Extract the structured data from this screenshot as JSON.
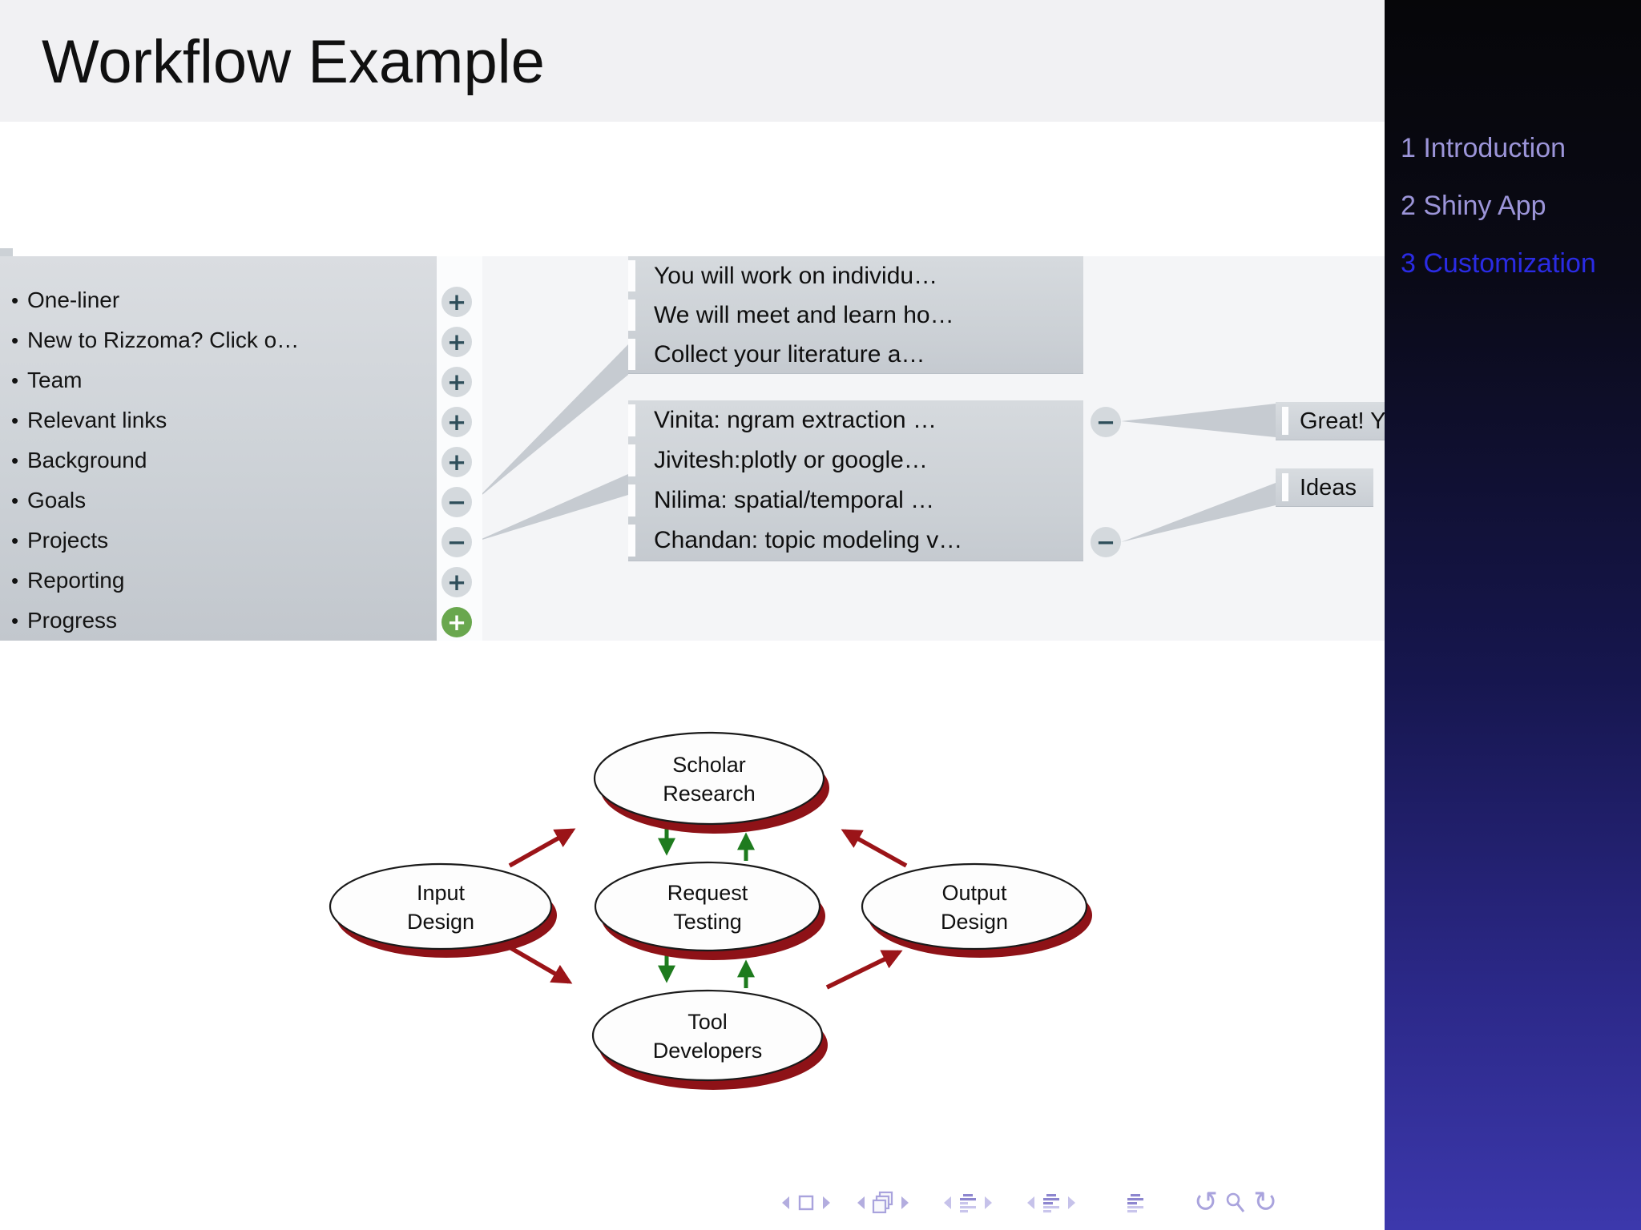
{
  "slide": {
    "title": "Workflow Example"
  },
  "sidebar": {
    "items": [
      {
        "label": "1 Introduction",
        "active": false
      },
      {
        "label": "2 Shiny App",
        "active": false
      },
      {
        "label": "3 Customization",
        "active": true
      }
    ]
  },
  "icons": {
    "plus": "+",
    "minus": "−"
  },
  "rizzoma": {
    "topics": [
      "One-liner",
      "New to Rizzoma? Click o…",
      "Team",
      "Relevant links",
      "Background",
      "Goals",
      "Projects",
      "Reporting",
      "Progress"
    ],
    "topic_buttons": [
      "plus",
      "plus",
      "plus",
      "plus",
      "plus",
      "minus",
      "minus",
      "plus",
      "plus-green"
    ],
    "thread1": [
      "You will work on individu…",
      "We will meet and learn ho…",
      "Collect your literature a…"
    ],
    "thread2": [
      "Vinita: ngram extraction …",
      "Jivitesh:plotly or google…",
      "Nilima: spatial/temporal …",
      "Chandan: topic modeling v…"
    ],
    "replies": [
      {
        "text": "Great! Y"
      },
      {
        "text": "Ideas"
      }
    ]
  },
  "diagram": {
    "nodes": [
      {
        "id": "scholar",
        "line1": "Scholar",
        "line2": "Research"
      },
      {
        "id": "input",
        "line1": "Input",
        "line2": "Design"
      },
      {
        "id": "request",
        "line1": "Request",
        "line2": "Testing"
      },
      {
        "id": "output",
        "line1": "Output",
        "line2": "Design"
      },
      {
        "id": "tool",
        "line1": "Tool",
        "line2": "Developers"
      }
    ],
    "edges": [
      {
        "from": "input",
        "to": "scholar",
        "color": "dark-red"
      },
      {
        "from": "input",
        "to": "tool",
        "color": "dark-red"
      },
      {
        "from": "tool",
        "to": "output",
        "color": "dark-red"
      },
      {
        "from": "output",
        "to": "scholar",
        "color": "dark-red"
      },
      {
        "from": "scholar",
        "to": "request",
        "color": "green",
        "bidirectional": true
      },
      {
        "from": "request",
        "to": "tool",
        "color": "green",
        "bidirectional": true
      }
    ]
  },
  "navbar": {
    "icons": [
      "prev-slide",
      "slide",
      "next-slide",
      "prev-frame",
      "frames",
      "next-frame",
      "prev-subsection",
      "subsection",
      "next-subsection",
      "prev-section",
      "section",
      "next-section",
      "appendix",
      "back",
      "search",
      "forward"
    ]
  },
  "colors": {
    "accent_blue": "#2a2be4",
    "sidebar_link": "#9c95d9",
    "maroon_shadow": "#8e1217",
    "red_arrow": "#9b1418",
    "green_arrow": "#1e7b1e",
    "green_button": "#69a74e",
    "nav_purple": "#a9a3dd",
    "panel_gray": "#cdd2d7"
  }
}
